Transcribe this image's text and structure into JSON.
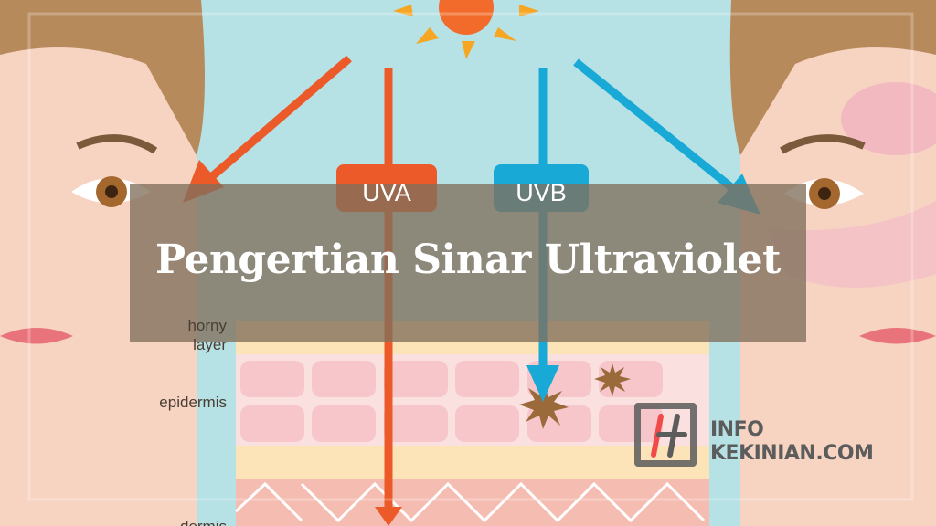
{
  "title": "Pengertian Sinar Ultraviolet",
  "illustration": {
    "uva_label": "UVA",
    "uvb_label": "UVB",
    "layers": {
      "horny_line1": "horny",
      "horny_line2": "layer",
      "epidermis": "epidermis",
      "dermis": "dermis"
    },
    "colors": {
      "uva": "#ec5a2a",
      "uvb": "#19a9d6",
      "sky": "#b6e1e5",
      "skin": "#f7d3c2",
      "sun": "#f6a623"
    }
  },
  "logo": {
    "line1": "INFO",
    "line2": "KEKINIAN.COM",
    "colors": {
      "accent": "#f04a4a",
      "text": "#5c5c5c"
    }
  }
}
